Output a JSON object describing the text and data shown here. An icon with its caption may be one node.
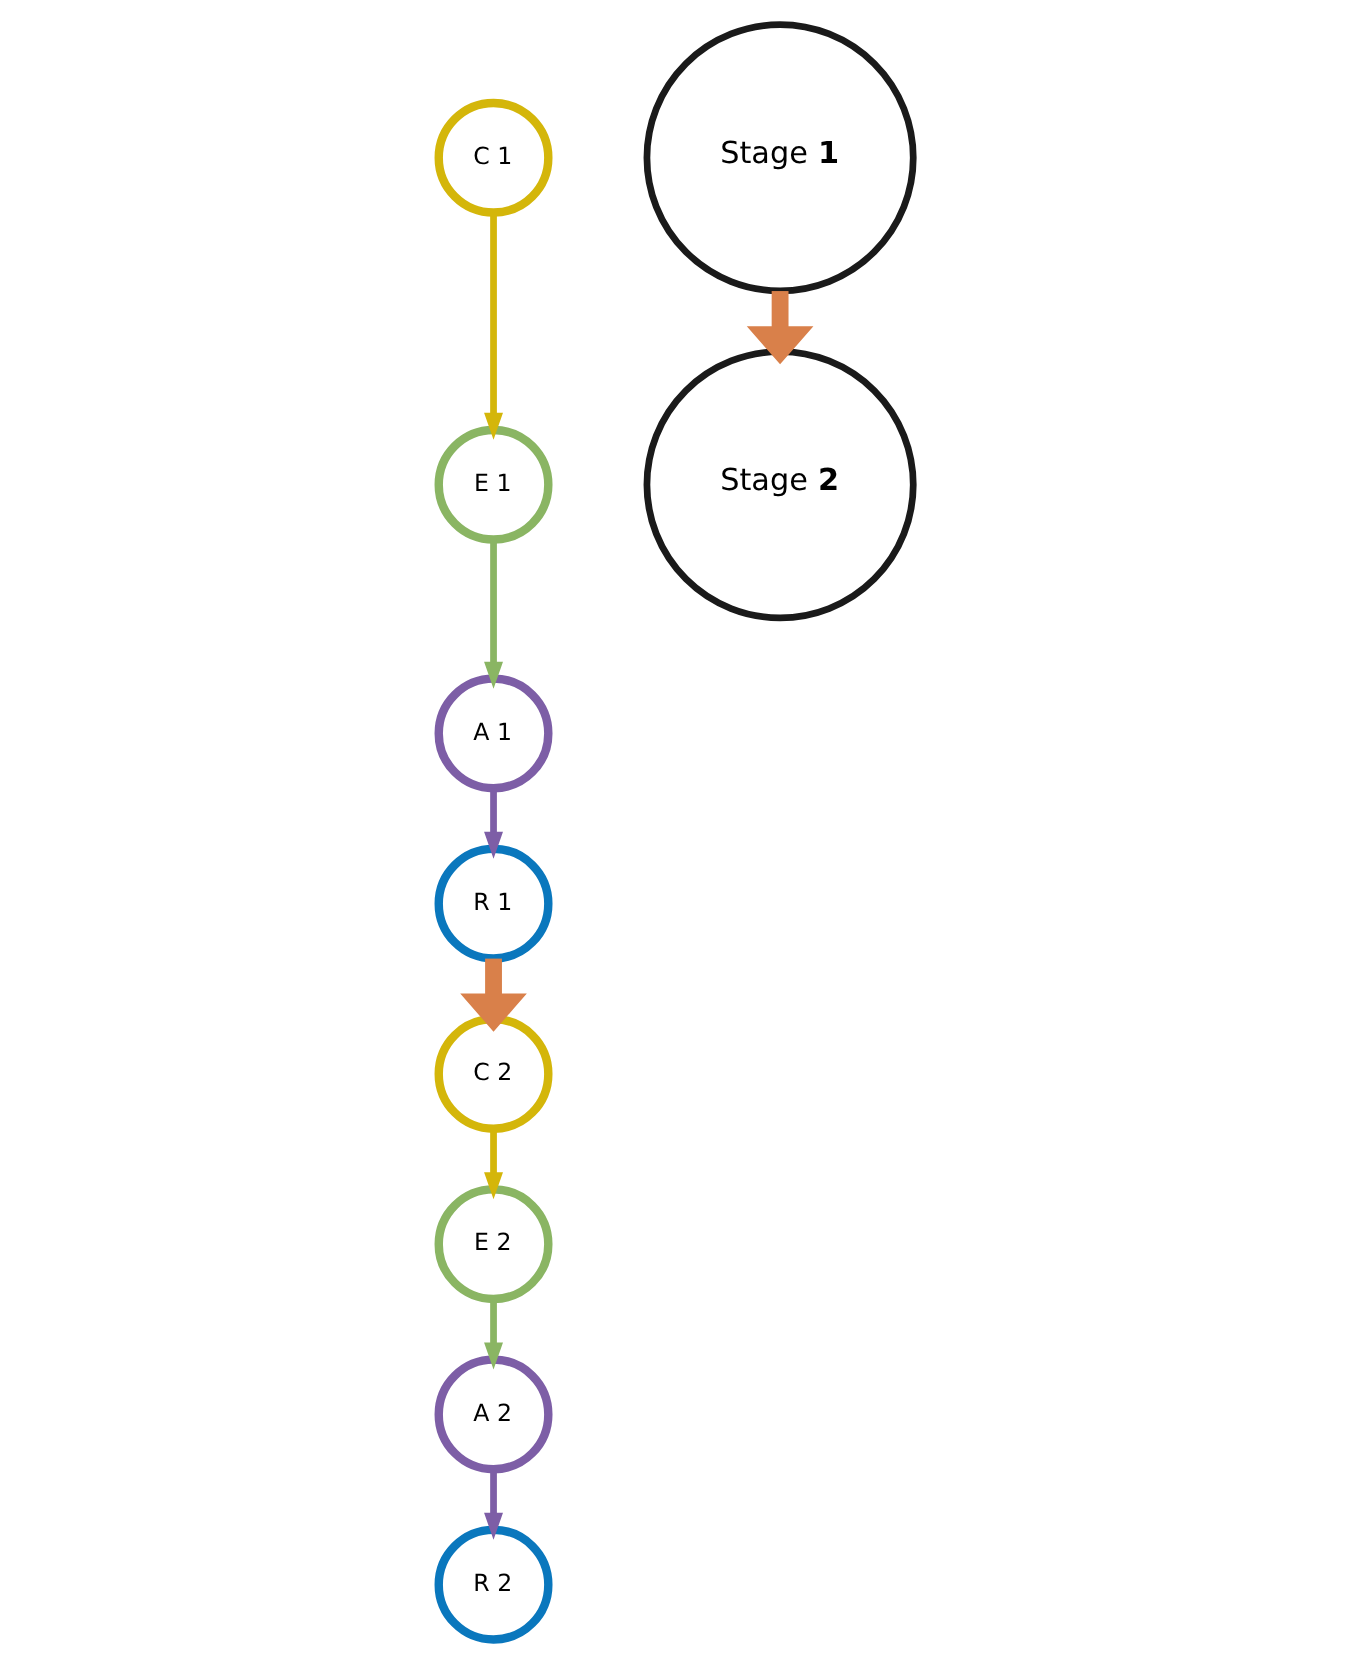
{
  "diagram": {
    "nodes": [
      {
        "text": [
          "C 1"
        ]
      },
      {
        "text": [
          "E 1"
        ]
      },
      {
        "text": [
          "A 1"
        ]
      },
      {
        "text": [
          "R 1"
        ]
      },
      {
        "text": [
          "C 2"
        ]
      },
      {
        "text": [
          "E 2"
        ]
      },
      {
        "text": [
          "A 2"
        ]
      },
      {
        "text": [
          "R 2"
        ]
      },
      {
        "text": [
          "Stage **1**"
        ]
      },
      {
        "text": [
          "Stage **2**"
        ]
      }
    ],
    "edges": [
      {
        "from": 0,
        "to": 1,
        "arrow": "to",
        "color": "#d4b60a"
      },
      {
        "from": 1,
        "to": 2,
        "arrow": "to",
        "color": "#8ab563"
      },
      {
        "from": 2,
        "to": 3,
        "arrow": "to",
        "color": "#7d5ea6"
      },
      {
        "from": 3,
        "to": 4,
        "arrow": "to",
        "style": "thick",
        "color": "#d9804a"
      },
      {
        "from": 4,
        "to": 5,
        "arrow": "to",
        "color": "#d4b60a"
      },
      {
        "from": 5,
        "to": 6,
        "arrow": "to",
        "color": "#8ab563"
      },
      {
        "from": 6,
        "to": 7,
        "arrow": "to",
        "color": "#7d5ea6"
      },
      {
        "from": 8,
        "to": 9,
        "arrow": "to",
        "style": "thick",
        "color": "#d9804a"
      }
    ]
  }
}
